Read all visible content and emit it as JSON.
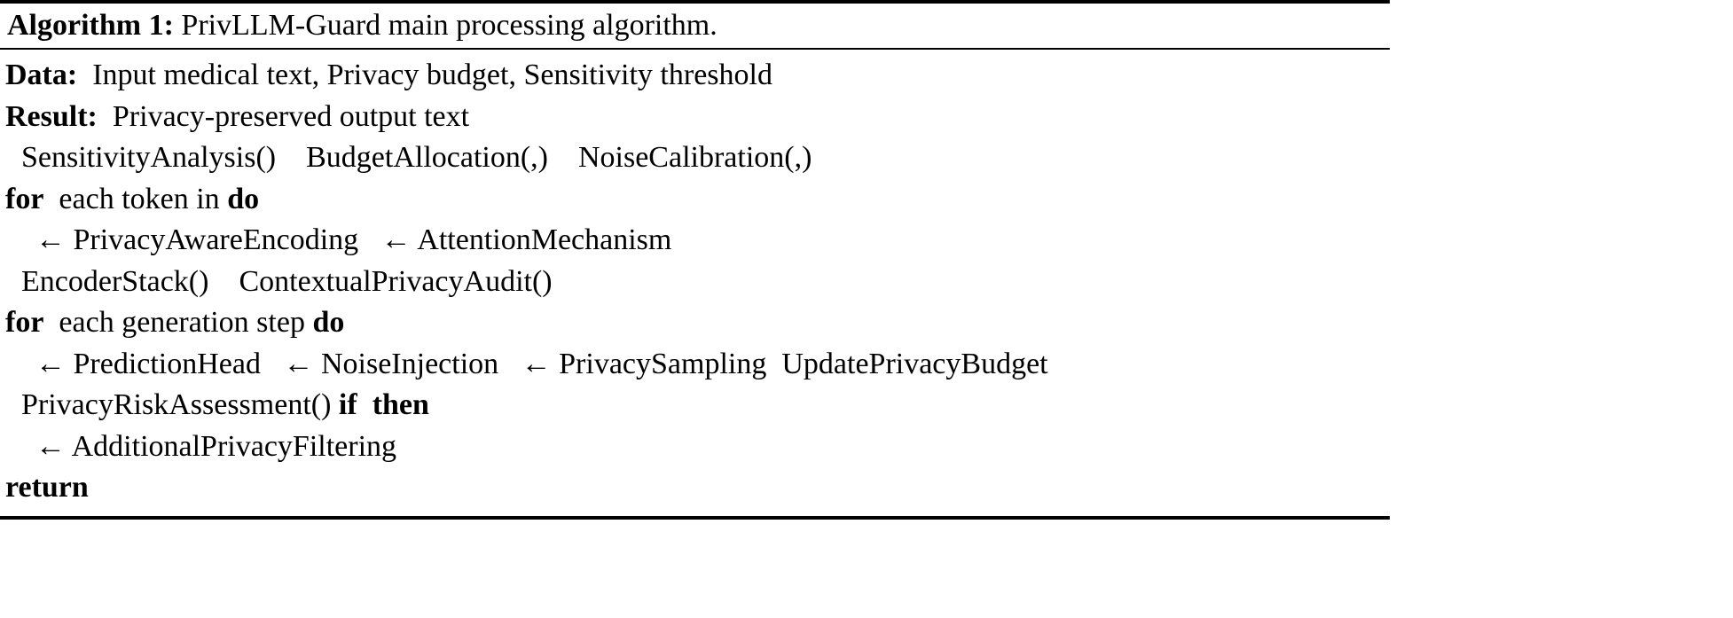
{
  "algorithm": {
    "title_label": "Algorithm 1:",
    "title_text": " PrivLLM-Guard main processing algorithm.",
    "lines": [
      {
        "indent": 0,
        "segments": [
          {
            "b": true,
            "t": "Data:"
          },
          {
            "b": false,
            "t": "  Input medical text, Privacy budget, Sensitivity threshold"
          }
        ]
      },
      {
        "indent": 0,
        "segments": [
          {
            "b": true,
            "t": "Result:"
          },
          {
            "b": false,
            "t": "  Privacy-preserved output text"
          }
        ]
      },
      {
        "indent": 1,
        "segments": [
          {
            "b": false,
            "t": "SensitivityAnalysis()    BudgetAllocation(,)    NoiseCalibration(,)"
          }
        ]
      },
      {
        "indent": 0,
        "segments": [
          {
            "b": true,
            "t": "for"
          },
          {
            "b": false,
            "t": "  each token in "
          },
          {
            "b": true,
            "t": "do"
          }
        ]
      },
      {
        "indent": 2,
        "segments": [
          {
            "b": false,
            "t": "← PrivacyAwareEncoding   ← AttentionMechanism"
          }
        ]
      },
      {
        "indent": 1,
        "segments": [
          {
            "b": false,
            "t": "EncoderStack()    ContextualPrivacyAudit()"
          }
        ]
      },
      {
        "indent": 0,
        "segments": [
          {
            "b": true,
            "t": "for"
          },
          {
            "b": false,
            "t": "  each generation step "
          },
          {
            "b": true,
            "t": "do"
          }
        ]
      },
      {
        "indent": 2,
        "segments": [
          {
            "b": false,
            "t": "← PredictionHead   ← NoiseInjection   ← PrivacySampling  UpdatePrivacyBudget"
          }
        ]
      },
      {
        "indent": 1,
        "segments": [
          {
            "b": false,
            "t": "PrivacyRiskAssessment() "
          },
          {
            "b": true,
            "t": "if"
          },
          {
            "b": false,
            "t": "  "
          },
          {
            "b": true,
            "t": "then"
          }
        ]
      },
      {
        "indent": 2,
        "segments": [
          {
            "b": false,
            "t": "← AdditionalPrivacyFiltering"
          }
        ]
      },
      {
        "indent": 0,
        "segments": [
          {
            "b": true,
            "t": "return"
          }
        ]
      }
    ]
  }
}
